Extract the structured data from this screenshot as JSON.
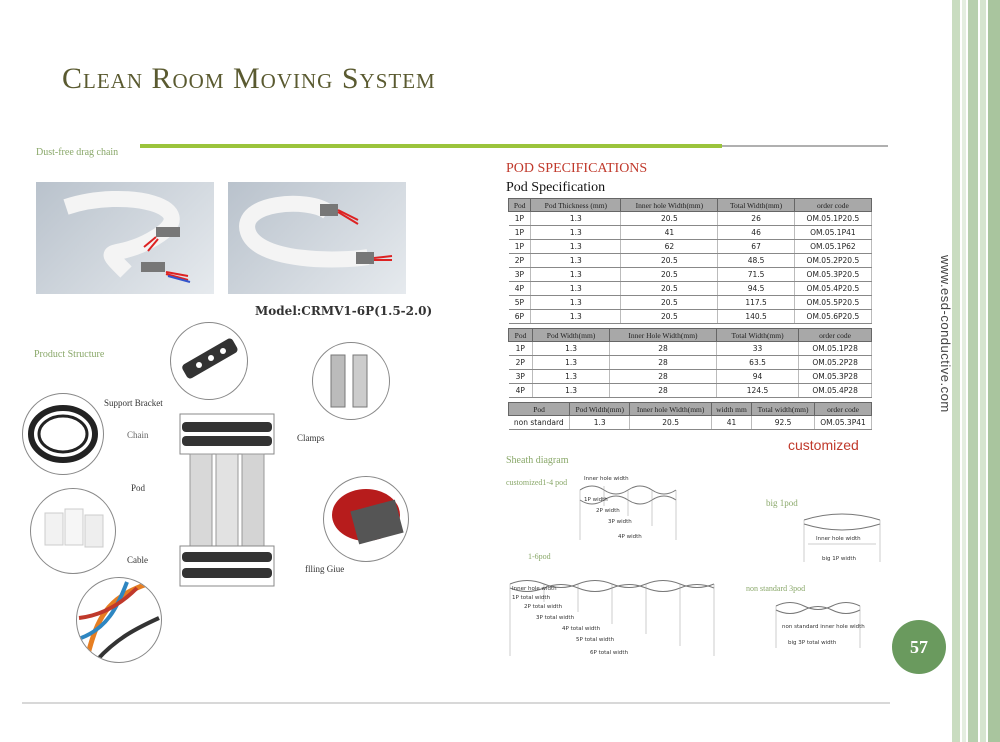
{
  "title": "Clean Room Moving System",
  "section_drag_chain": "Dust-free drag chain",
  "model": "Model:CRMV1-6P(1.5-2.0)",
  "section_structure": "Product Structure",
  "structure_labels": {
    "support_bracket": "Support Bracket",
    "chain": "Chain",
    "clamps": "Clamps",
    "pod": "Pod",
    "cable": "Cable",
    "glue": "flling Giue"
  },
  "pod_heading": "POD SPECIFICATIONS",
  "pod_subheading": "Pod Specification",
  "table1": {
    "headers": [
      "Pod",
      "Pod Thickness (mm)",
      "Inner hole Width(mm)",
      "Total Width(mm)",
      "order code"
    ],
    "rows": [
      [
        "1P",
        "1.3",
        "20.5",
        "26",
        "OM.05.1P20.5"
      ],
      [
        "1P",
        "1.3",
        "41",
        "46",
        "OM.05.1P41"
      ],
      [
        "1P",
        "1.3",
        "62",
        "67",
        "OM.05.1P62"
      ],
      [
        "2P",
        "1.3",
        "20.5",
        "48.5",
        "OM.05.2P20.5"
      ],
      [
        "3P",
        "1.3",
        "20.5",
        "71.5",
        "OM.05.3P20.5"
      ],
      [
        "4P",
        "1.3",
        "20.5",
        "94.5",
        "OM.05.4P20.5"
      ],
      [
        "5P",
        "1.3",
        "20.5",
        "117.5",
        "OM.05.5P20.5"
      ],
      [
        "6P",
        "1.3",
        "20.5",
        "140.5",
        "OM.05.6P20.5"
      ]
    ]
  },
  "table2": {
    "headers": [
      "Pod",
      "Pod Width(mm)",
      "Inner Hole Width(mm)",
      "Total Width(mm)",
      "order code"
    ],
    "rows": [
      [
        "1P",
        "1.3",
        "28",
        "33",
        "OM.05.1P28"
      ],
      [
        "2P",
        "1.3",
        "28",
        "63.5",
        "OM.05.2P28"
      ],
      [
        "3P",
        "1.3",
        "28",
        "94",
        "OM.05.3P28"
      ],
      [
        "4P",
        "1.3",
        "28",
        "124.5",
        "OM.05.4P28"
      ]
    ]
  },
  "table3": {
    "headers": [
      "Pod",
      "Pod Width(mm)",
      "Inner hole Width(mm)",
      "width mm",
      "Total width(mm)",
      "order code"
    ],
    "rows": [
      [
        "non standard",
        "1.3",
        "20.5",
        "41",
        "92.5",
        "OM.05.3P41"
      ]
    ]
  },
  "customized": "customized",
  "sheath_heading": "Sheath diagram",
  "diagram_titles": {
    "customized_1_4": "customized1-4 pod",
    "big_1pod": "big 1pod",
    "one_to_six": "1-6pod",
    "non_standard_3pod": "non standard 3pod"
  },
  "diagram_a_labels": [
    "Inner hole width",
    "1P width",
    "2P width",
    "3P width",
    "4P width"
  ],
  "diagram_b_labels": [
    "Inner hole width",
    "big 1P width"
  ],
  "diagram_c_labels": [
    "Inner hole width",
    "1P total width",
    "2P total width",
    "3P total width",
    "4P total width",
    "5P total width",
    "6P total width"
  ],
  "diagram_d_labels": [
    "non standard inner hole width",
    "big 3P total width"
  ],
  "website": "www.esd-conductive.com",
  "page_number": "57",
  "colors": {
    "title": "#5a5a30",
    "accent_green": "#8aa86a",
    "heading_red": "#c0392b",
    "badge_green": "#6a9a5e"
  }
}
